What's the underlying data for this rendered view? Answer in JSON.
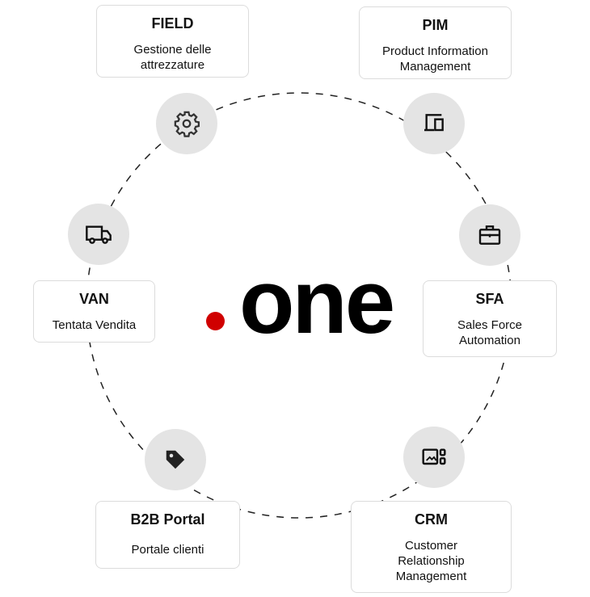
{
  "logo": {
    "text": "one",
    "dot_color": "#d00000"
  },
  "modules": [
    {
      "title": "FIELD",
      "desc": "Gestione delle attrezzature",
      "icon": "gear-icon"
    },
    {
      "title": "PIM",
      "desc": "Product Information Management",
      "icon": "devices-icon"
    },
    {
      "title": "SFA",
      "desc": "Sales Force Automation",
      "icon": "briefcase-icon"
    },
    {
      "title": "CRM",
      "desc": "Customer Relationship Management",
      "icon": "gallery-widgets-icon"
    },
    {
      "title": "B2B Portal",
      "desc": "Portale clienti",
      "icon": "tag-icon"
    },
    {
      "title": "VAN",
      "desc": "Tentata Vendita",
      "icon": "truck-icon"
    }
  ]
}
